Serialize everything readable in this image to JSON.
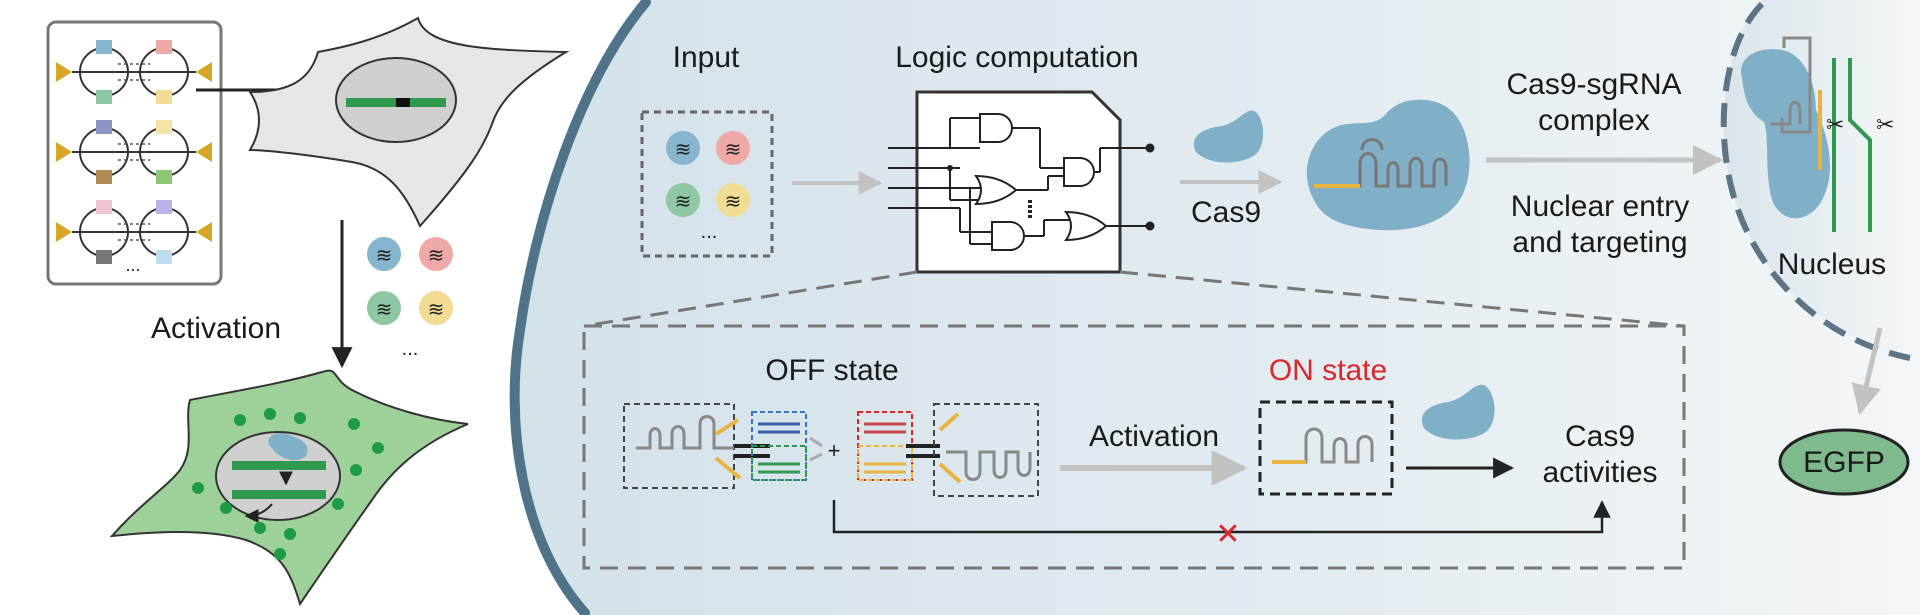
{
  "labels": {
    "activation_left": "Activation",
    "ellipsis": "...",
    "input": "Input",
    "logic": "Logic computation",
    "cas9": "Cas9",
    "complex_1": "Cas9-sgRNA",
    "complex_2": "complex",
    "nuclear_1": "Nuclear entry",
    "nuclear_2": "and targeting",
    "nucleus": "Nucleus",
    "egfp": "EGFP",
    "off_state": "OFF state",
    "on_state": "ON state",
    "activation_inner": "Activation",
    "plus": "+",
    "activities_1": "Cas9",
    "activities_2": "activities",
    "blocked": "✕",
    "wave": "≋"
  },
  "colors": {
    "panel_bg": "#dde8ee",
    "arc": "#4f7489",
    "protein": "#7fb0c8",
    "protein_dark": "#5e95b1",
    "green_cell": "#9ed19a",
    "green_dark": "#2f9a4e",
    "grey_cell": "#e4e4e4",
    "orange": "#e8b33f",
    "gold_triangle": "#d6a521",
    "red": "#d8282b",
    "dash": "#777777",
    "egfp_fill": "#7fba8e",
    "text": "#1a1a1a"
  },
  "icons": [
    "dna-circuit-icon",
    "cell-icon",
    "rna-molecule-icon",
    "cas9-protein-icon",
    "logic-gate-chip-icon",
    "scissors-icon",
    "sgrna-structure-icon"
  ]
}
